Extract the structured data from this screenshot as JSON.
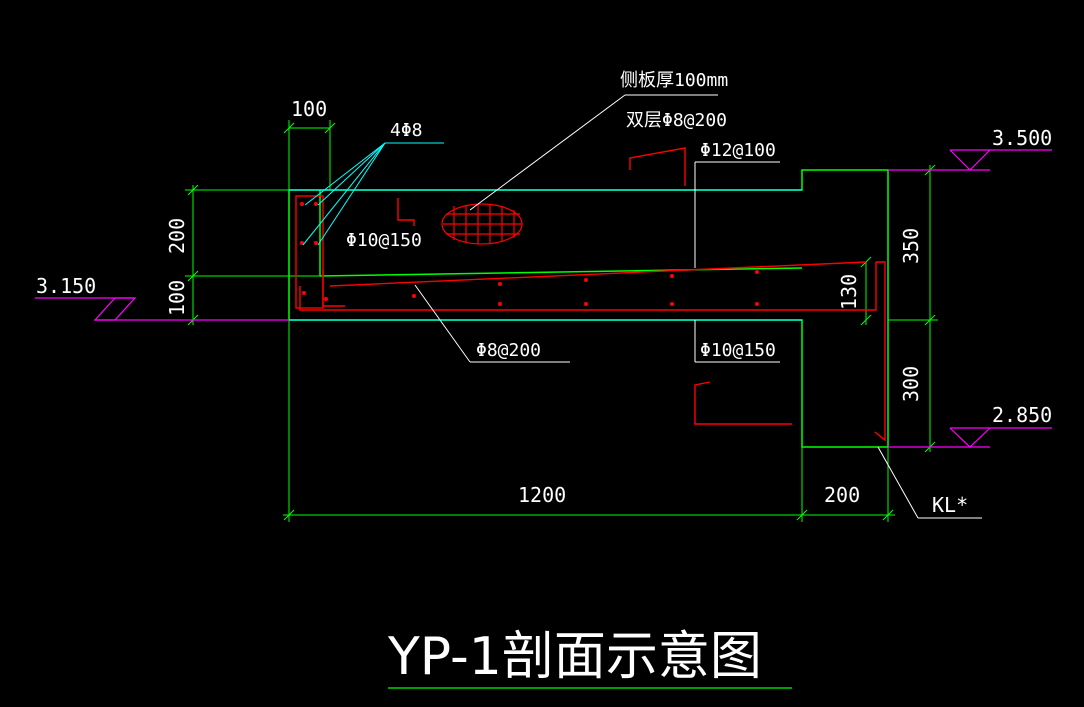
{
  "colors": {
    "background": "#000000",
    "outline": "#00ff00",
    "cyan": "#00ffff",
    "rebar": "#ff0000",
    "elevation": "#ff00ff",
    "white": "#ffffff",
    "gray": "#c0c0c0"
  },
  "drawing": {
    "title": "YP-1剖面示意图",
    "elevations": [
      "3.500",
      "3.150",
      "2.850"
    ],
    "dimensions": {
      "top_width": "100",
      "upper_height": "200",
      "lower_height": "100",
      "beam_upper": "350",
      "beam_lower": "300",
      "slab_thickness": "130",
      "span": "1200",
      "beam_width": "200"
    },
    "notes": {
      "side_panel": "侧板厚100mm",
      "side_panel_bars": "双层Φ8@200",
      "corner_bars": "4Φ8",
      "top_bars_beam": "Φ12@100",
      "bottom_bars_beam": "Φ10@150",
      "slab_top_bars": "Φ10@150",
      "slab_bottom_bars": "Φ8@200",
      "beam_label": "KL*"
    }
  }
}
